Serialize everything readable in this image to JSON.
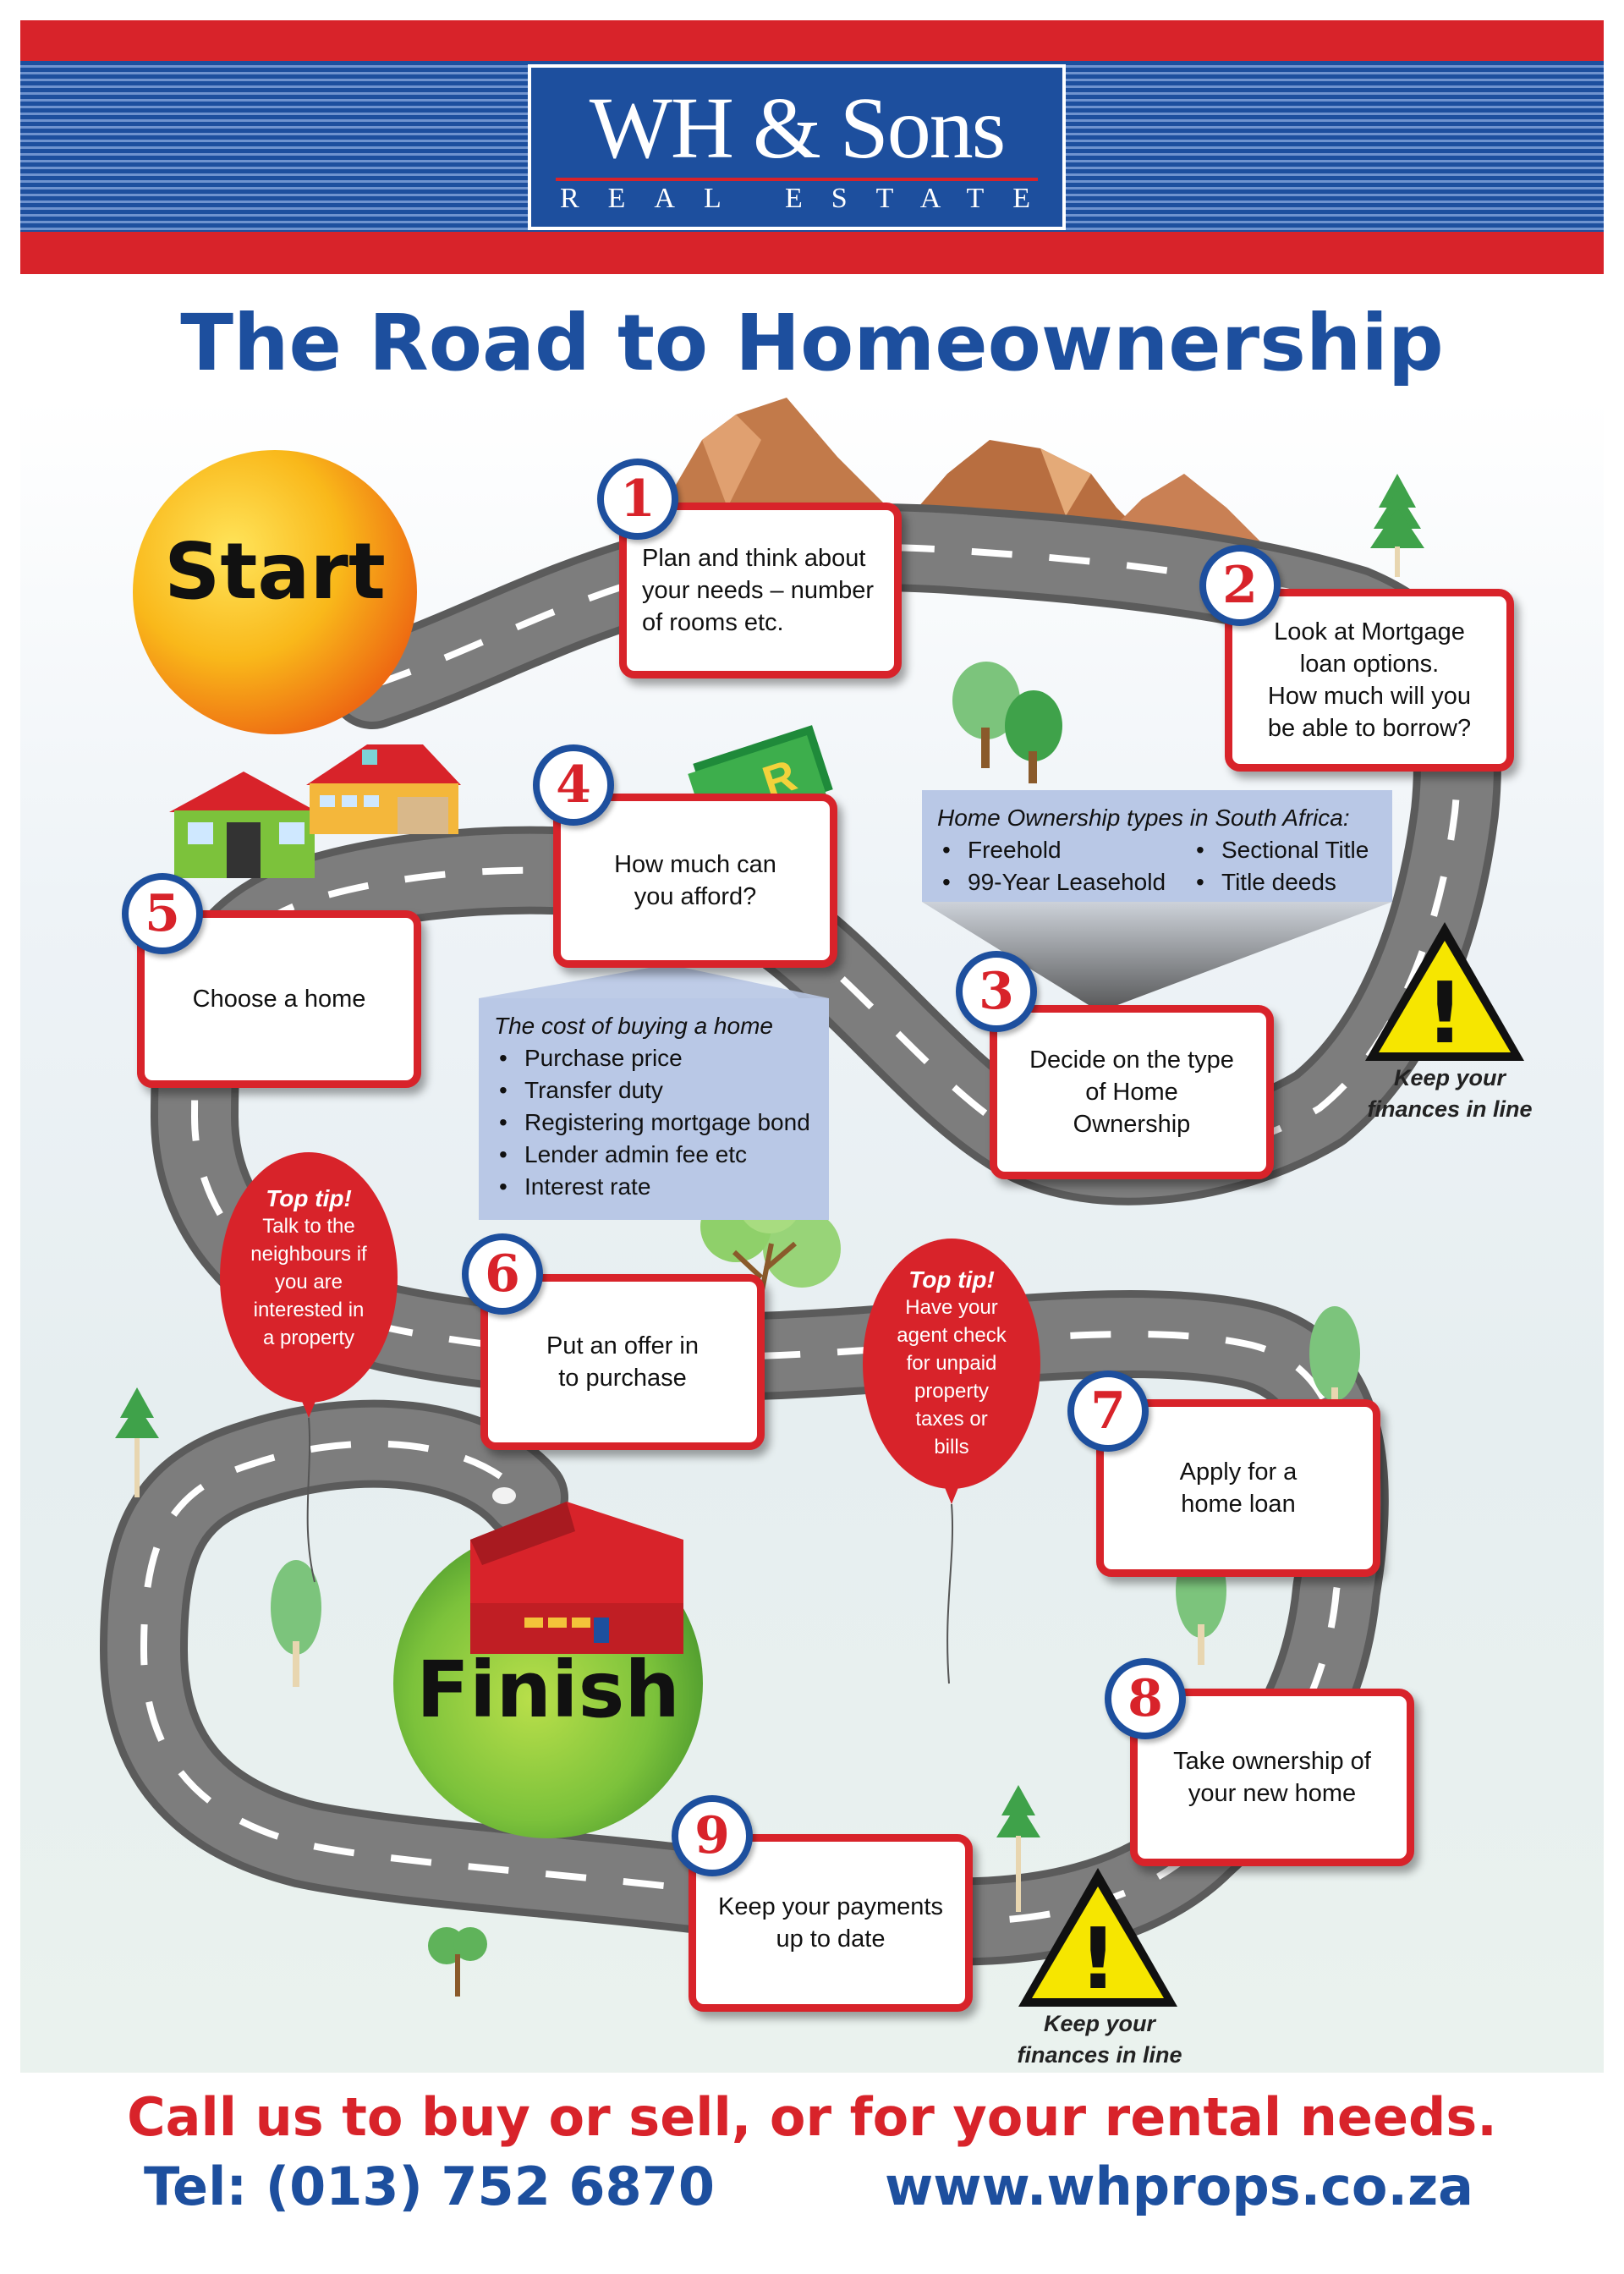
{
  "brand": {
    "name": "WH & Sons",
    "subtitle": "REAL ESTATE",
    "colors": {
      "red": "#d8232a",
      "blue": "#1d4f9e"
    }
  },
  "title": "The Road to Homeownership",
  "start_label": "Start",
  "finish_label": "Finish",
  "steps": [
    {
      "number": "1",
      "text": "Plan and think about\nyour needs – number\nof rooms etc."
    },
    {
      "number": "2",
      "text": "Look at Mortgage\nloan options.\nHow much will you\nbe able to borrow?"
    },
    {
      "number": "3",
      "text": "Decide on the type\nof Home\nOwnership"
    },
    {
      "number": "4",
      "text": "How much can\nyou afford?"
    },
    {
      "number": "5",
      "text": "Choose a home"
    },
    {
      "number": "6",
      "text": "Put an offer in\nto purchase"
    },
    {
      "number": "7",
      "text": "Apply for a\nhome loan"
    },
    {
      "number": "8",
      "text": "Take ownership of\nyour new home"
    },
    {
      "number": "9",
      "text": "Keep your payments\nup to date"
    }
  ],
  "ownership_types": {
    "title": "Home Ownership types in South Africa:",
    "items": [
      "Freehold",
      "99-Year Leasehold",
      "Sectional Title",
      "Title deeds"
    ]
  },
  "cost_of_buying": {
    "title": "The cost of buying a home",
    "items": [
      "Purchase price",
      "Transfer duty",
      "Registering mortgage bond",
      "Lender admin fee etc",
      "Interest rate"
    ]
  },
  "money_symbol": "R",
  "tips": [
    {
      "title": "Top tip!",
      "text": "Talk to the\nneighbours if\nyou are\ninterested in\na property"
    },
    {
      "title": "Top tip!",
      "text": "Have your\nagent check\nfor unpaid\nproperty\ntaxes or\nbills"
    }
  ],
  "warnings": [
    "Keep your\nfinances in line",
    "Keep your\nfinances in line"
  ],
  "warning_glyph": "!",
  "footer": {
    "tagline": "Call us to buy or sell, or for your rental needs.",
    "phone": "Tel: (013) 752 6870",
    "website": "www.whprops.co.za"
  }
}
